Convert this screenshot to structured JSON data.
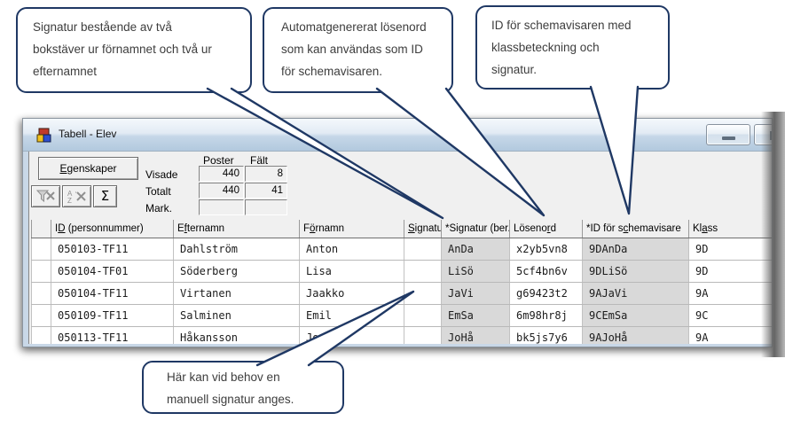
{
  "colors": {
    "accent_navy": "#1f3864",
    "computed_cell_gray": "#d9d9d9"
  },
  "callouts": {
    "signature": "Signatur bestående av två\nbokstäver ur förnamnet och två ur\nefternamnet",
    "password": "Automatgenererat lösenord\nsom kan användas som ID\nför schemavisaren.",
    "schema_id": "ID för schemavisaren med\nklassbeteckning och\nsignatur.",
    "manual": "Här kan vid behov en\nmanuell signatur anges."
  },
  "window": {
    "title": "Tabell - Elev",
    "toolbar": {
      "properties_button": {
        "pre": "",
        "u": "E",
        "post": "genskaper"
      },
      "sigma_label": "Σ",
      "stats": {
        "col_headers": {
          "poster": "Poster",
          "falt": "Fält"
        },
        "rows": [
          {
            "label": "Visade",
            "poster": "440",
            "falt": "8"
          },
          {
            "label": "Totalt",
            "poster": "440",
            "falt": "41"
          },
          {
            "label": "Mark.",
            "poster": "",
            "falt": ""
          }
        ]
      }
    },
    "table": {
      "columns": {
        "id": {
          "pre": "I",
          "u": "D",
          "post": " (personnummer)"
        },
        "efternamn": {
          "pre": "E",
          "u": "f",
          "post": "ternamn"
        },
        "fornamn": {
          "pre": "F",
          "u": "ö",
          "post": "rnamn"
        },
        "signatur": {
          "pre": "",
          "u": "S",
          "post": "ignatur"
        },
        "signatur_ber": {
          "pre": "*Signatur (ber.)",
          "u": "",
          "post": ""
        },
        "losenord": {
          "pre": "Löseno",
          "u": "r",
          "post": "d"
        },
        "id_schema": {
          "pre": "*ID för s",
          "u": "c",
          "post": "hemavisare"
        },
        "klass": {
          "pre": "Kl",
          "u": "a",
          "post": "ss"
        }
      },
      "rows": [
        {
          "id": "050103-TF11",
          "efternamn": "Dahlström",
          "fornamn": "Anton",
          "signatur": "",
          "signatur_ber": "AnDa",
          "losenord": "x2yb5vn8",
          "id_schema": "9DAnDa",
          "klass": "9D"
        },
        {
          "id": "050104-TF01",
          "efternamn": "Söderberg",
          "fornamn": "Lisa",
          "signatur": "",
          "signatur_ber": "LiSö",
          "losenord": "5cf4bn6v",
          "id_schema": "9DLiSö",
          "klass": "9D"
        },
        {
          "id": "050104-TF11",
          "efternamn": "Virtanen",
          "fornamn": "Jaakko",
          "signatur": "",
          "signatur_ber": "JaVi",
          "losenord": "g69423t2",
          "id_schema": "9AJaVi",
          "klass": "9A"
        },
        {
          "id": "050109-TF11",
          "efternamn": "Salminen",
          "fornamn": "Emil",
          "signatur": "",
          "signatur_ber": "EmSa",
          "losenord": "6m98hr8j",
          "id_schema": "9CEmSa",
          "klass": "9C"
        },
        {
          "id": "050113-TF11",
          "efternamn": "Håkansson",
          "fornamn": "Jonas",
          "signatur": "",
          "signatur_ber": "JoHå",
          "losenord": "bk5js7y6",
          "id_schema": "9AJoHå",
          "klass": "9A"
        }
      ]
    }
  }
}
